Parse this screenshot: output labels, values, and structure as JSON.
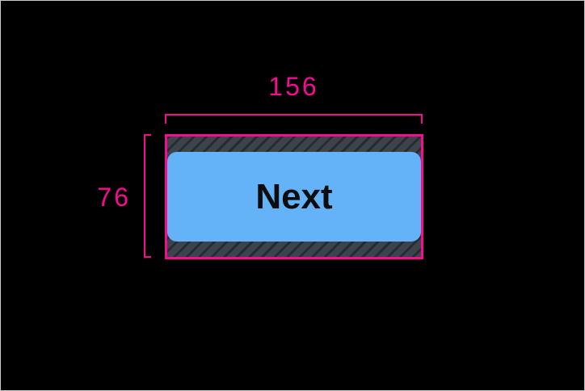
{
  "colors": {
    "accent": "#F50C90",
    "button-fill": "#64B2F8",
    "button-text": "#0D0D0D",
    "hatch-bg": "#3C434B",
    "hatch-stripe": "#262B31",
    "canvas-bg": "#000000",
    "frame-border": "#C9C9C9"
  },
  "dimensions": {
    "width_label": "156",
    "height_label": "76"
  },
  "button": {
    "label": "Next"
  }
}
